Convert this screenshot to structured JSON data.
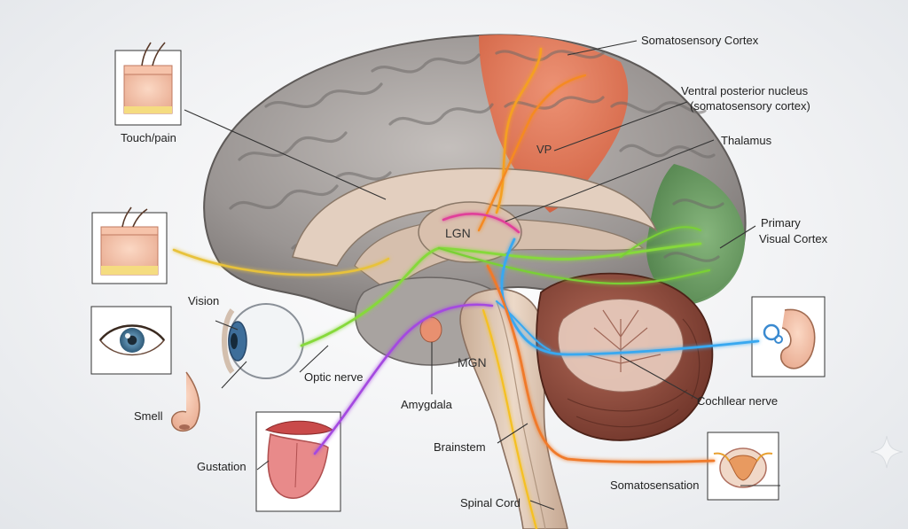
{
  "diagram": {
    "labels": {
      "somatosensory_cortex": "Somatosensory Cortex",
      "ventral_posterior_line1": "Ventral posterior nucleus",
      "ventral_posterior_line2": "(somatosensory cortex)",
      "thalamus": "Thalamus",
      "primary_visual_line1": "Primary",
      "primary_visual_line2": "Visual Cortex",
      "touch_pain": "Touch/pain",
      "vision": "Vision",
      "optic_nerve": "Optic nerve",
      "smell": "Smell",
      "gustation": "Gustation",
      "amygdala": "Amygdala",
      "brainstem": "Brainstem",
      "spinal_cord": "Spinal Cord",
      "somatosensation": "Somatosensation",
      "cochlear_nerve": "Cochllear nerve",
      "lgn": "LGN",
      "mgn": "MGN",
      "vp": "VP"
    },
    "pathway_colors": {
      "touch": "#f08a1c",
      "smell": "#e8c23a",
      "vision": "#86d93a",
      "gustation": "#a449e0",
      "auditory": "#38a8f0",
      "spinal": "#f07a2a",
      "thalamic": "#e0409a"
    },
    "region_colors": {
      "somatosensory": "#e8704a",
      "visual": "#5f9a5a",
      "cortex": "#9a9593",
      "cerebellum": "#8a4b3e",
      "brainstem": "#d8c0ac"
    }
  }
}
